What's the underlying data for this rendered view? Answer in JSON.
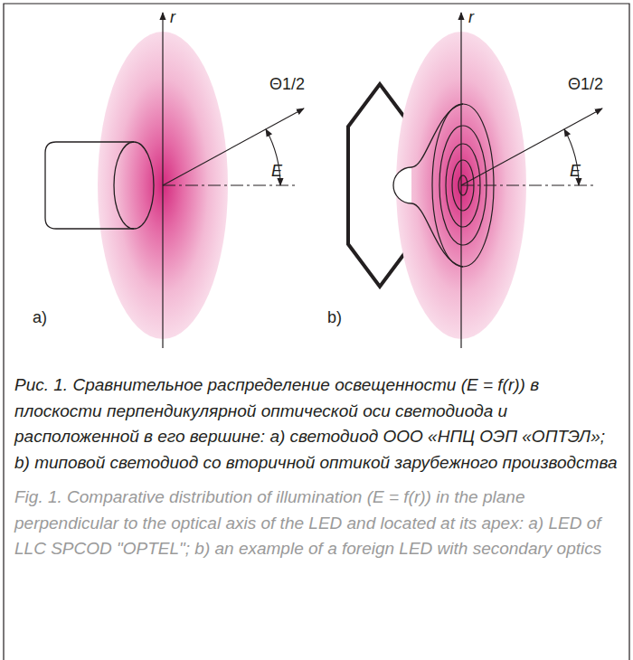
{
  "diagram": {
    "caption": "Рис. 1. Сравнительное распределение освещенности (E = f(r)) в плоскости перпендикулярной оптической оси светодиода и расположенной в его вершине: a) светодиод ООО «НПЦ ОЭП «ОПТЭЛ»; b) типовой светодиод со вторичной оптикой зарубежного производства",
    "labels": [
      "r",
      "E",
      "Θ1/2",
      "a)",
      "r",
      "E",
      "Θ1/2",
      "b)",
      "Fig. 1. Comparative distribution of illumination (E = f(r)) in the plane perpendicular to the optical axis of the LED and located at its apex: a) LED of LLC SPCOD \"OPTEL\"; b) an example of a foreign LED with secondary optics"
    ]
  }
}
